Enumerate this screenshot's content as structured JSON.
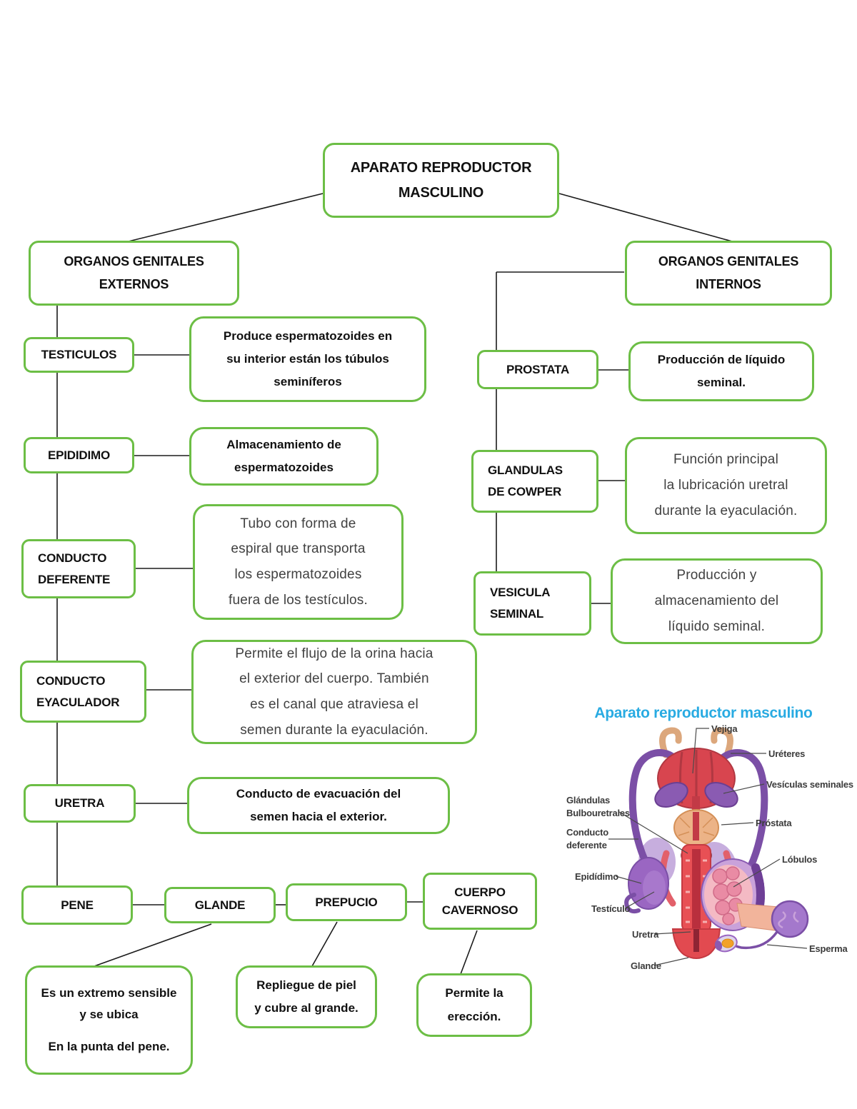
{
  "colors": {
    "box_border_green": "#6CBE45",
    "connector_black": "#1b1b1b",
    "figure_title_cyan": "#29ABE2"
  },
  "root": {
    "label": "APARATO REPRODUCTOR\nMASCULINO"
  },
  "external": {
    "title": "ORGANOS GENITALES\nEXTERNOS",
    "nodes": [
      {
        "label": "TESTICULOS",
        "desc": "Produce espermatozoides en\nsu interior están los túbulos\nseminíferos"
      },
      {
        "label": "EPIDIDIMO",
        "desc": "Almacenamiento de\nespermatozoides"
      },
      {
        "label": "CONDUCTO\nDEFERENTE",
        "desc": "Tubo con forma de\nespiral que transporta\nlos espermatozoides\nfuera de los testículos."
      },
      {
        "label": "CONDUCTO\nEYACULADOR",
        "desc": "Permite el flujo de la orina hacia\nel exterior del cuerpo. También\nes el canal que atraviesa el\nsemen durante la eyaculación."
      },
      {
        "label": "URETRA",
        "desc": "Conducto de evacuación del\nsemen hacia el exterior."
      }
    ],
    "pene": {
      "label": "PENE"
    },
    "glande": {
      "label": "GLANDE",
      "desc_a": "Es un extremo sensible\ny se ubica",
      "desc_b": "En la punta del pene."
    },
    "prepucio": {
      "label": "PREPUCIO",
      "desc": "Repliegue de piel\ny cubre al grande."
    },
    "cuerpo_cavernoso": {
      "label": "CUERPO\nCAVERNOSO",
      "desc": "Permite la\nerección."
    }
  },
  "internal": {
    "title": "ORGANOS GENITALES\nINTERNOS",
    "nodes": [
      {
        "label": "PROSTATA",
        "desc": "Producción de líquido\nseminal."
      },
      {
        "label": "GLANDULAS\nDE COWPER",
        "desc": "Función principal\nla lubricación uretral\ndurante la eyaculación."
      },
      {
        "label": "VESICULA\nSEMINAL",
        "desc": "Producción y\nalmacenamiento del\nlíquido seminal."
      }
    ]
  },
  "illustration": {
    "title": "Aparato reproductor masculino",
    "labels": {
      "vejiga": "Vejiga",
      "ureteres": "Uréteres",
      "vesiculas_seminales": "Vesículas seminales",
      "glandulas_line1": "Glándulas",
      "glandulas_line2": "Bulbouretrales",
      "prostata": "Próstata",
      "conducto_line1": "Conducto",
      "conducto_line2": "deferente",
      "lobulos": "Lóbulos",
      "epididimo": "Epidídimo",
      "testiculo": "Testículo",
      "uretra": "Uretra",
      "glande": "Glande",
      "esperma": "Esperma"
    }
  }
}
